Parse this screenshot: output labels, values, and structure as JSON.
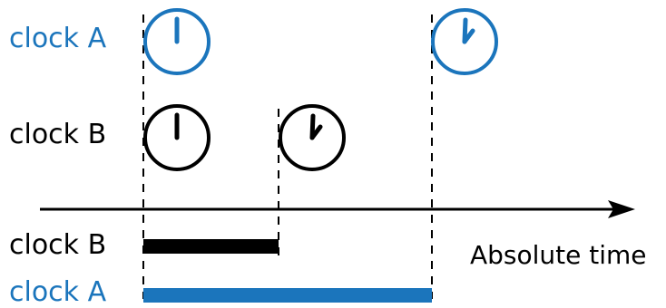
{
  "labels": {
    "row1_clock_a": "clock A",
    "row2_clock_b": "clock B",
    "bar_clock_b": "clock B",
    "bar_clock_a": "clock A",
    "axis_label": "Absolute time"
  },
  "colors": {
    "clock_a": "#1b75bc",
    "clock_b": "#000000"
  },
  "icons": {
    "clock_a_start": "clock-icon",
    "clock_a_end": "clock-icon",
    "clock_b_start": "clock-icon",
    "clock_b_end": "clock-icon"
  }
}
